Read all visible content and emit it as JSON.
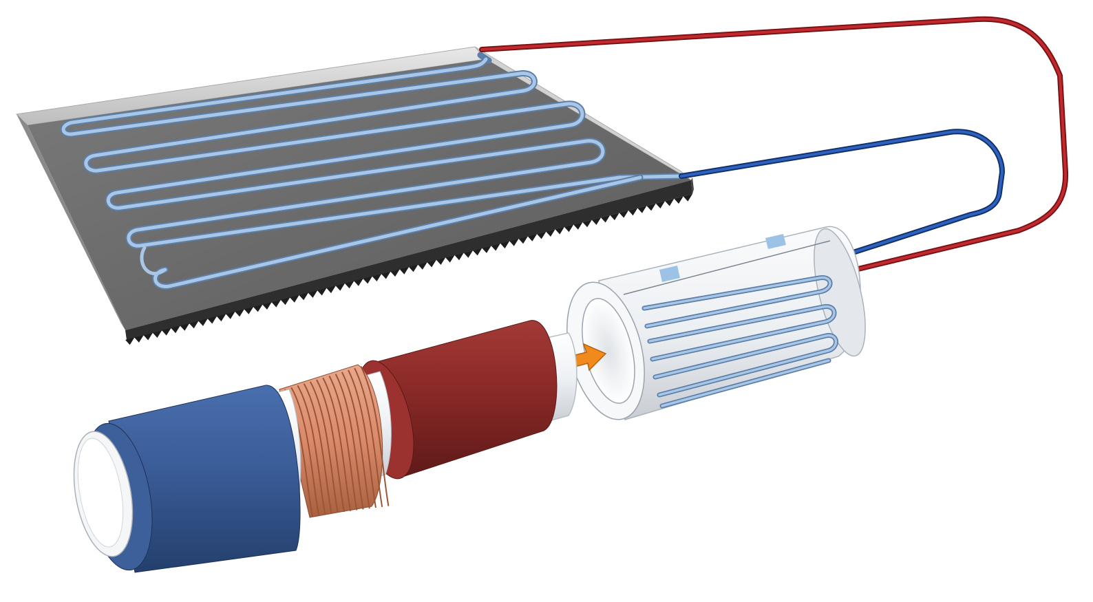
{
  "scene": {
    "background": "#ffffff",
    "subject": "thermoelectric-cooling-assembly",
    "colors": {
      "plate_top": "#6f6f6f",
      "plate_edge": "#3a3a3a",
      "glass_edge": "#d9d9d9",
      "embedded_tube": "#8fb1d6",
      "hot_line": "#b01e23",
      "cold_line": "#1f4fa0",
      "sleeve_white": "#f3f5f7",
      "sleeve_tab": "#9cc3e6",
      "cold_magnet": "#35568f",
      "hot_magnet": "#8e2a29",
      "coil": "#d98a6a",
      "arrow": "#f08a1c"
    }
  },
  "components": [
    {
      "name": "heat-exchanger-plate",
      "icon": "flat-plate-icon"
    },
    {
      "name": "serpentine-tube",
      "icon": "serpentine-icon"
    },
    {
      "name": "hot-line",
      "icon": "red-pipe-icon"
    },
    {
      "name": "cold-line",
      "icon": "blue-pipe-icon"
    },
    {
      "name": "cooling-sleeve",
      "icon": "cylinder-sleeve-icon"
    },
    {
      "name": "insertion-arrow",
      "icon": "arrow-icon"
    },
    {
      "name": "cold-magnet-cylinder",
      "icon": "blue-cylinder-icon"
    },
    {
      "name": "copper-coil",
      "icon": "coil-icon"
    },
    {
      "name": "hot-magnet-cylinder",
      "icon": "red-cylinder-icon"
    }
  ]
}
